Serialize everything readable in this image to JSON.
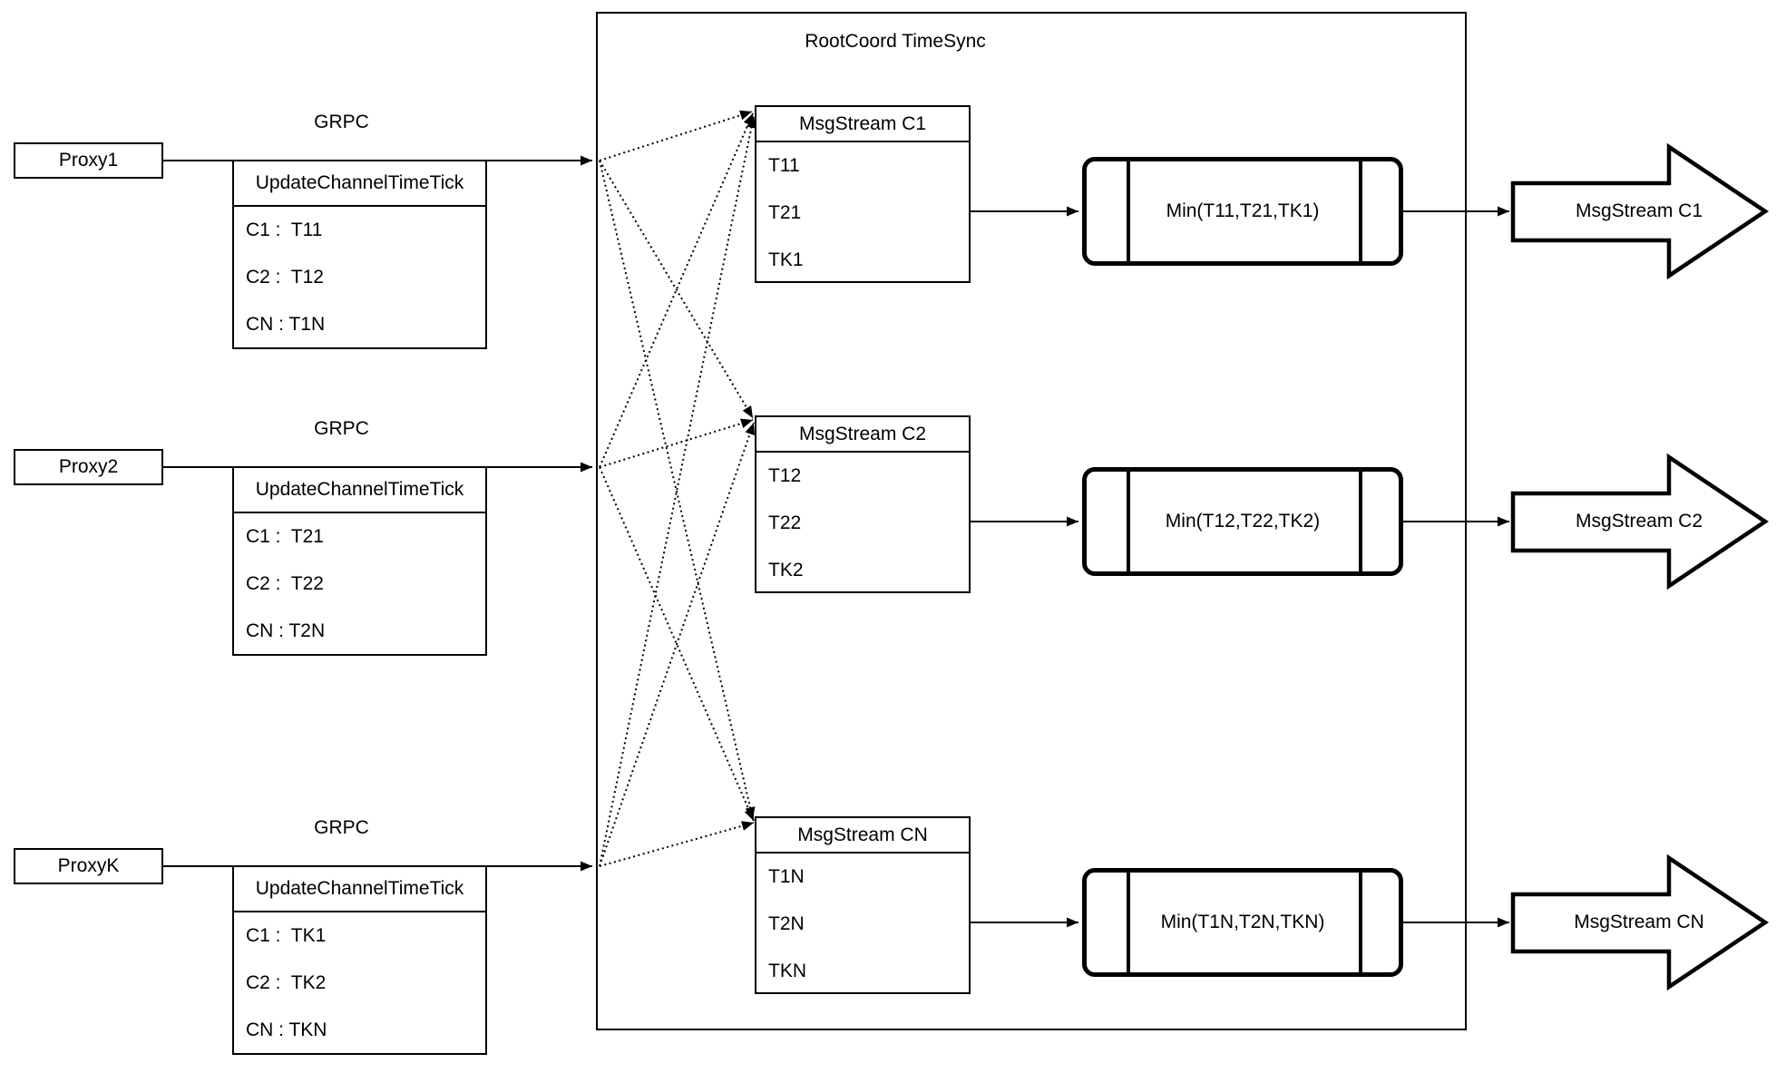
{
  "diagram": {
    "title": "RootCoord TimeSync",
    "colors": {
      "stroke": "#000000",
      "background": "#ffffff"
    },
    "proxies": [
      {
        "name": "Proxy1",
        "protocol": "GRPC",
        "table_header": "UpdateChannelTimeTick",
        "rows": [
          "C1 :  T11",
          "C2 :  T12",
          "CN : T1N"
        ]
      },
      {
        "name": "Proxy2",
        "protocol": "GRPC",
        "table_header": "UpdateChannelTimeTick",
        "rows": [
          "C1 :  T21",
          "C2 :  T22",
          "CN : T2N"
        ]
      },
      {
        "name": "ProxyK",
        "protocol": "GRPC",
        "table_header": "UpdateChannelTimeTick",
        "rows": [
          "C1 :  TK1",
          "C2 :  TK2",
          "CN : TKN"
        ]
      }
    ],
    "streams": [
      {
        "title": "MsgStream C1",
        "ticks": [
          "T11",
          "T21",
          "TK1"
        ],
        "min_label": "Min(T11,T21,TK1)",
        "output_label": "MsgStream C1"
      },
      {
        "title": "MsgStream C2",
        "ticks": [
          "T12",
          "T22",
          "TK2"
        ],
        "min_label": "Min(T12,T22,TK2)",
        "output_label": "MsgStream C2"
      },
      {
        "title": "MsgStream CN",
        "ticks": [
          "T1N",
          "T2N",
          "TKN"
        ],
        "min_label": "Min(T1N,T2N,TKN)",
        "output_label": "MsgStream CN"
      }
    ]
  }
}
